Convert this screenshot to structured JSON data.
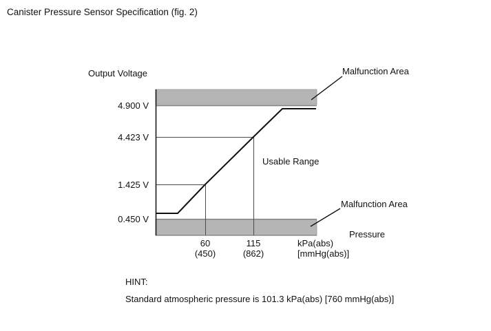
{
  "page": {
    "title": "Canister Pressure Sensor Specification (fig. 2)"
  },
  "chart": {
    "y_axis_title": "Output Voltage",
    "x_axis_title": "Pressure",
    "y_ticks": [
      "4.900 V",
      "4.423 V",
      "1.425 V",
      "0.450 V"
    ],
    "x_ticks": {
      "t60": "60",
      "t60_sub": "(450)",
      "t115": "115",
      "t115_sub": "(862)",
      "units": "kPa(abs)",
      "units_sub": "[mmHg(abs)]"
    },
    "labels": {
      "malfunction_top": "Malfunction Area",
      "malfunction_bottom": "Malfunction Area",
      "usable_range": "Usable Range"
    },
    "colors": {
      "band_fill": "#b5b5b5",
      "band_edge": "#8f8f8f",
      "curve": "#111111",
      "ref_line": "#4a4a4a"
    }
  },
  "hint": {
    "label": "HINT:",
    "text": "Standard atmospheric pressure is 101.3 kPa(abs) [760 mmHg(abs)]"
  },
  "chart_data": {
    "type": "line",
    "title": "Canister Pressure Sensor Specification (fig. 2)",
    "xlabel": "Pressure",
    "x_units": "kPa(abs) [mmHg(abs)]",
    "ylabel": "Output Voltage",
    "y_unit": "V",
    "y_tick_values": [
      4.9,
      4.423,
      1.425,
      0.45
    ],
    "x_tick_values": [
      {
        "pressure_kpa": 60,
        "pressure_mmhg": 450
      },
      {
        "pressure_kpa": 115,
        "pressure_mmhg": 862
      }
    ],
    "calibration_points": [
      {
        "pressure_kpa": 60,
        "pressure_mmhg": 450,
        "voltage_v": 1.425
      },
      {
        "pressure_kpa": 115,
        "pressure_mmhg": 862,
        "voltage_v": 4.423
      }
    ],
    "series": [
      {
        "name": "Sensor output voltage vs pressure",
        "shape": "flat low segment near 0.5 V, linear rise through (60 kPa, 1.425 V) and (115 kPa, 4.423 V), flat high plateau just below 4.900 V"
      }
    ],
    "regions": [
      {
        "name": "Malfunction Area",
        "condition": "output above 4.900 V"
      },
      {
        "name": "Usable Range",
        "condition": "between 1.425 V at 60 kPa and 4.423 V at 115 kPa"
      },
      {
        "name": "Malfunction Area",
        "condition": "output below 0.450 V"
      }
    ],
    "legend": "none",
    "grid": false,
    "annotation_hint": "Standard atmospheric pressure is 101.3 kPa(abs) [760 mmHg(abs)]"
  }
}
